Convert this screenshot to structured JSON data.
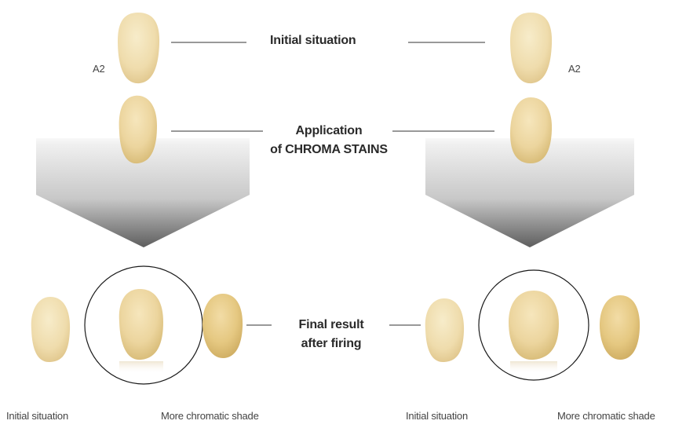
{
  "labels": {
    "initial_situation": "Initial situation",
    "application_line1": "Application",
    "application_line2": "of CHROMA STAINS",
    "final_line1": "Final result",
    "final_line2": "after firing"
  },
  "shade_left": "A2",
  "shade_right": "A2",
  "captions": {
    "left_initial": "Initial situation",
    "left_chromatic": "More chromatic shade",
    "right_initial": "Initial situation",
    "right_chromatic": "More chromatic shade"
  },
  "colors": {
    "tooth_light": "#f3e2b4",
    "tooth_mid": "#e6cc8e",
    "tooth_dark": "#d6b86e",
    "arrow_top": "#f4f4f4",
    "arrow_bottom": "#6f6f6f",
    "line": "#333333"
  }
}
